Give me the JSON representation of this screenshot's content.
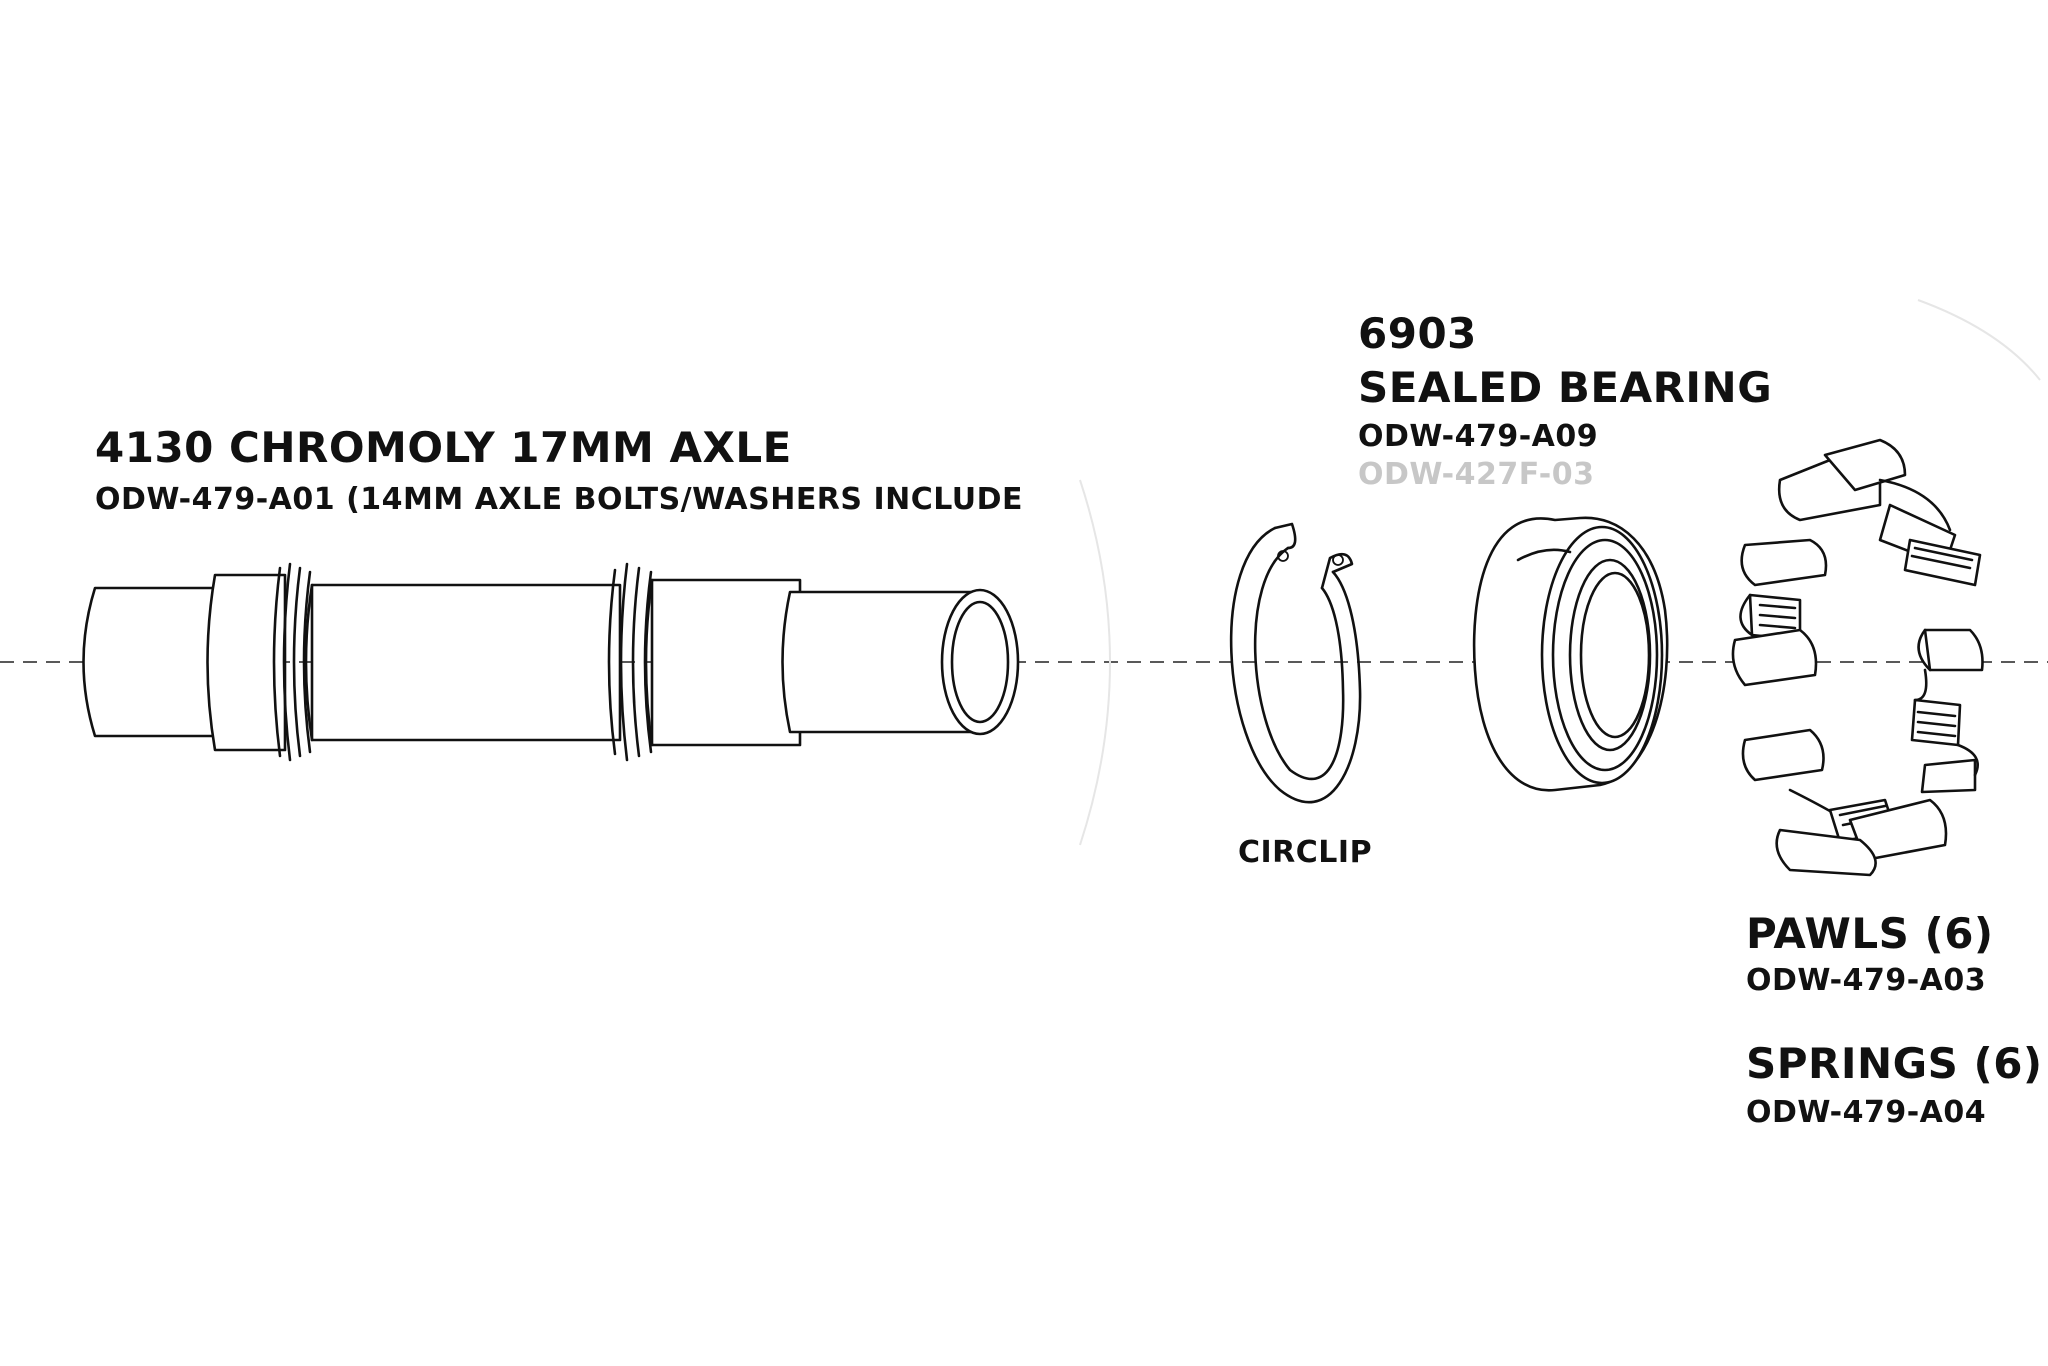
{
  "axle": {
    "title": "4130 CHROMOLY 17MM AXLE",
    "part": "ODW-479-A01 (14MM AXLE BOLTS/WASHERS INCLUDE"
  },
  "bearing": {
    "line1": "6903",
    "line2": "SEALED BEARING",
    "part": "ODW-479-A09",
    "part_alt": "ODW-427F-03"
  },
  "circlip": {
    "label": "CIRCLIP"
  },
  "pawls": {
    "title": "PAWLS (6)",
    "part": "ODW-479-A03"
  },
  "springs": {
    "title": "SPRINGS (6)",
    "part": "ODW-479-A04"
  },
  "colors": {
    "ink": "#111111",
    "faded": "#c7c7c7",
    "background": "#ffffff"
  }
}
